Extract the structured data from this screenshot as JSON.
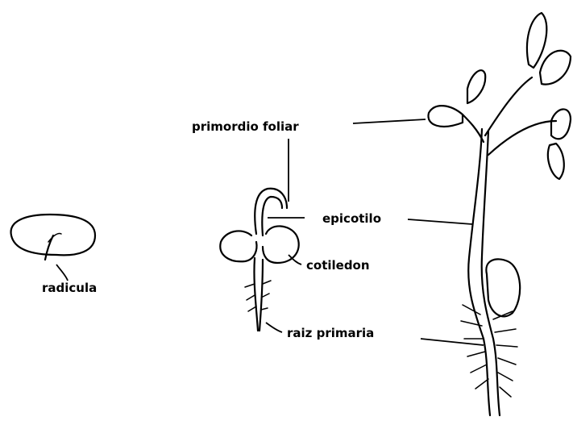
{
  "labels": {
    "radicula": "radicula",
    "primordio_foliar": "primordio foliar",
    "epicotilo": "epicotilo",
    "cotiledon": "cotiledon",
    "raiz_primaria": "raiz primaria"
  },
  "colors": {
    "ink": "#000000",
    "background": "#ffffff"
  }
}
